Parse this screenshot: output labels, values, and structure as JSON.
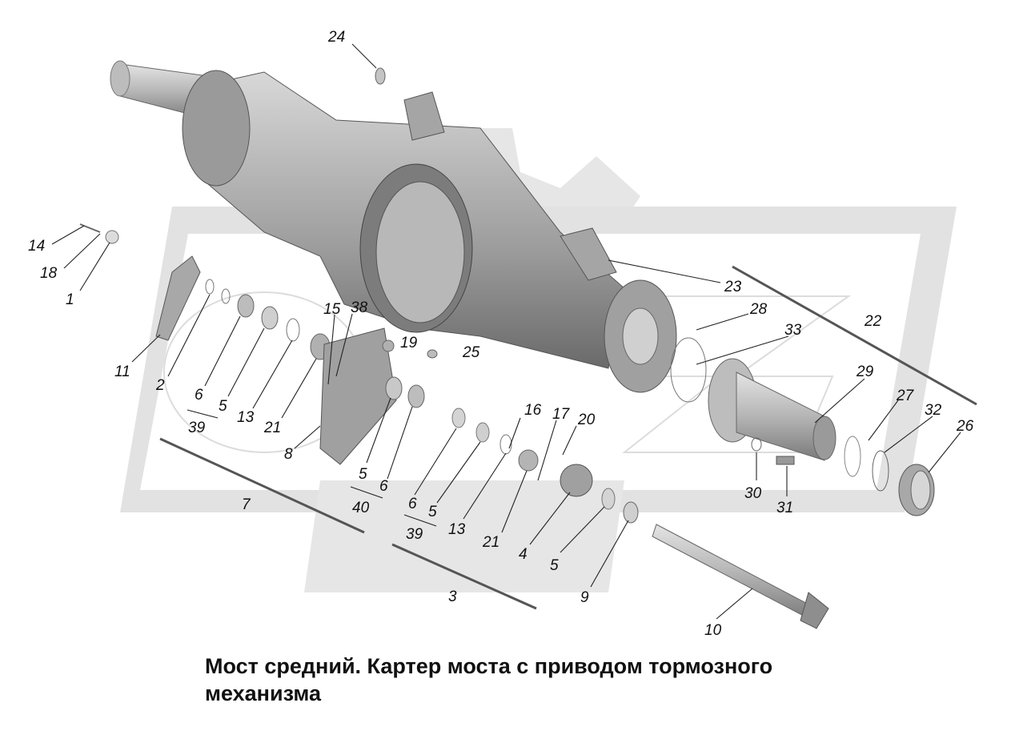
{
  "caption": "Мост средний. Картер моста с приводом тормозного механизма",
  "callouts": [
    {
      "id": "c24",
      "text": "24"
    },
    {
      "id": "c14",
      "text": "14"
    },
    {
      "id": "c18",
      "text": "18"
    },
    {
      "id": "c1",
      "text": "1"
    },
    {
      "id": "c11",
      "text": "11"
    },
    {
      "id": "c2",
      "text": "2"
    },
    {
      "id": "c6a",
      "text": "6"
    },
    {
      "id": "c5a",
      "text": "5"
    },
    {
      "id": "c13a",
      "text": "13"
    },
    {
      "id": "c39a",
      "text": "39"
    },
    {
      "id": "c21a",
      "text": "21"
    },
    {
      "id": "c15",
      "text": "15"
    },
    {
      "id": "c38",
      "text": "38"
    },
    {
      "id": "c19",
      "text": "19"
    },
    {
      "id": "c25",
      "text": "25"
    },
    {
      "id": "c8",
      "text": "8"
    },
    {
      "id": "c5b",
      "text": "5"
    },
    {
      "id": "c6b",
      "text": "6"
    },
    {
      "id": "c40",
      "text": "40"
    },
    {
      "id": "c7",
      "text": "7"
    },
    {
      "id": "c6c",
      "text": "6"
    },
    {
      "id": "c5c",
      "text": "5"
    },
    {
      "id": "c13b",
      "text": "13"
    },
    {
      "id": "c39b",
      "text": "39"
    },
    {
      "id": "c21b",
      "text": "21"
    },
    {
      "id": "c16",
      "text": "16"
    },
    {
      "id": "c17",
      "text": "17"
    },
    {
      "id": "c20",
      "text": "20"
    },
    {
      "id": "c4",
      "text": "4"
    },
    {
      "id": "c5d",
      "text": "5"
    },
    {
      "id": "c9",
      "text": "9"
    },
    {
      "id": "c3",
      "text": "3"
    },
    {
      "id": "c10",
      "text": "10"
    },
    {
      "id": "c23",
      "text": "23"
    },
    {
      "id": "c28",
      "text": "28"
    },
    {
      "id": "c33",
      "text": "33"
    },
    {
      "id": "c22",
      "text": "22"
    },
    {
      "id": "c29",
      "text": "29"
    },
    {
      "id": "c27",
      "text": "27"
    },
    {
      "id": "c32",
      "text": "32"
    },
    {
      "id": "c26",
      "text": "26"
    },
    {
      "id": "c30",
      "text": "30"
    },
    {
      "id": "c31",
      "text": "31"
    }
  ],
  "colors": {
    "part_light": "#cfcfcf",
    "part_mid": "#a9a9a9",
    "part_dark": "#6e6e6e",
    "watermark": "#e6e6e6"
  }
}
